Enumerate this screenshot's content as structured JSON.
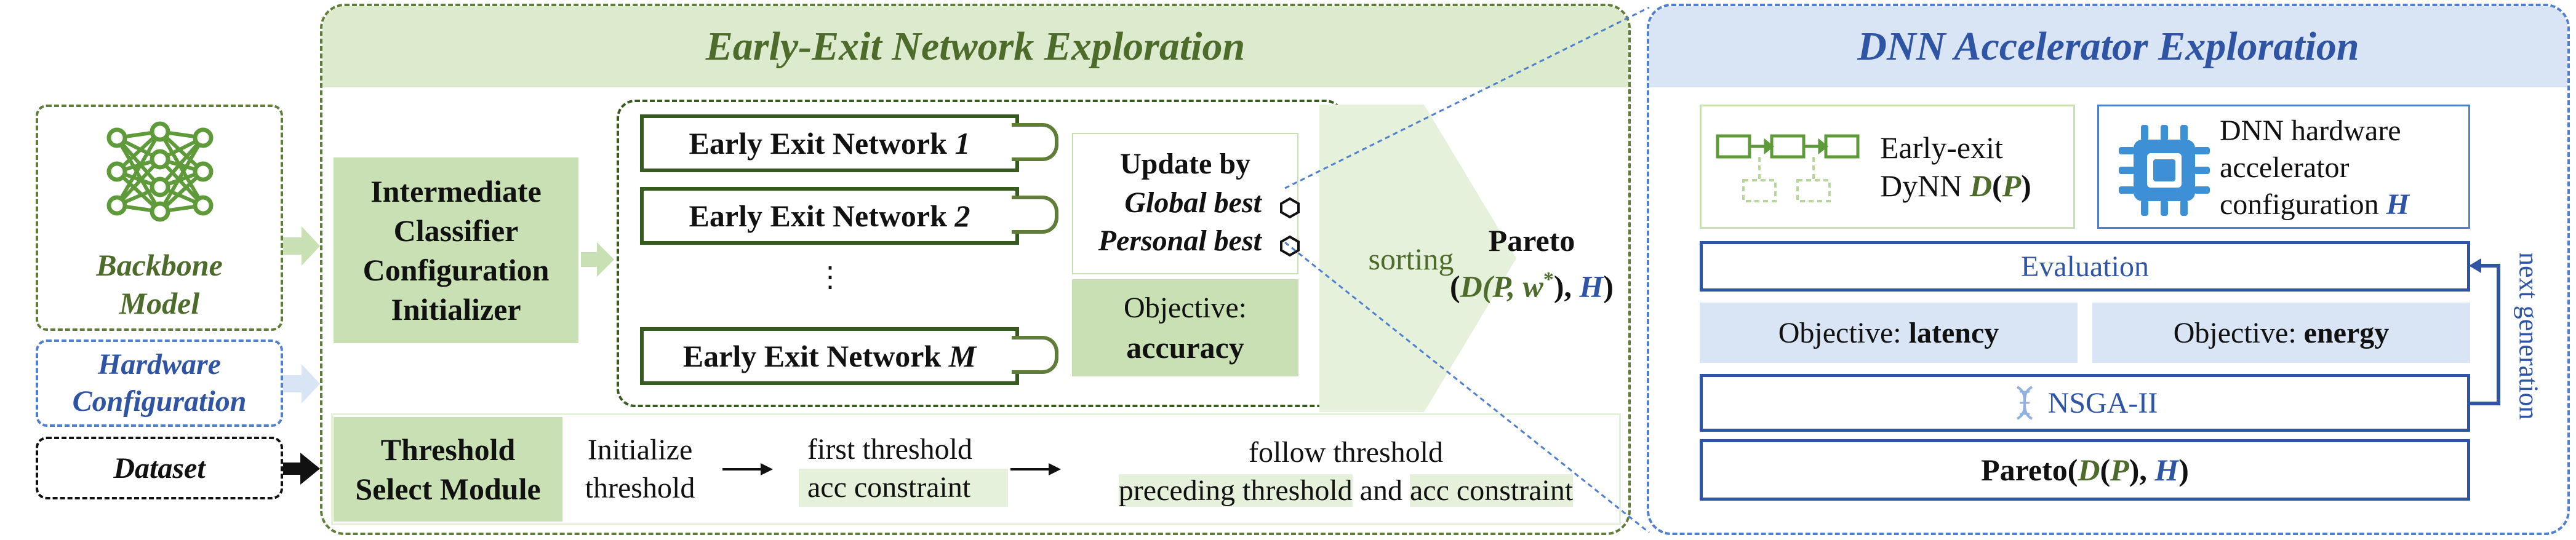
{
  "inputs": {
    "backbone_line1": "Backbone",
    "backbone_line2": "Model",
    "hardware_line1": "Hardware",
    "hardware_line2": "Configuration",
    "dataset": "Dataset"
  },
  "early_exit": {
    "title": "Early-Exit Network Exploration",
    "initializer": [
      "Intermediate",
      "Classifier",
      "Configuration",
      "Initializer"
    ],
    "networks": [
      {
        "label": "Early Exit Network ",
        "index": "1"
      },
      {
        "label": "Early Exit Network ",
        "index": "2"
      },
      {
        "label": "Early Exit Network ",
        "index": "M"
      }
    ],
    "vdots": "⋮",
    "update_title": "Update by",
    "global_best": "Global best",
    "personal_best": "Personal best",
    "objective_label": "Objective:",
    "objective_value": "accuracy",
    "sorting": "sorting",
    "pareto_title": "Pareto",
    "pareto_d": "D(P, w",
    "pareto_star": "*",
    "pareto_sep": "), ",
    "pareto_h": "H",
    "pareto_close": ")",
    "pareto_open": "(",
    "threshold": {
      "module_line1": "Threshold",
      "module_line2": "Select Module",
      "init_line1": "Initialize",
      "init_line2": "threshold",
      "first_line1": "first threshold",
      "first_line2": "acc constraint",
      "follow_line1": "follow threshold",
      "follow_part1": "preceding threshold",
      "follow_and": "and",
      "follow_part2": "acc constraint"
    }
  },
  "dnn": {
    "title": "DNN Accelerator Exploration",
    "dynn_line1": "Early-exit",
    "dynn_line2a": "DyNN ",
    "dynn_D": "D",
    "dynn_P": "P",
    "hw_line1": "DNN hardware",
    "hw_line2": "accelerator",
    "hw_line3a": "configuration ",
    "hw_H": "H",
    "evaluation": "Evaluation",
    "obj_prefix": "Objective: ",
    "latency": "latency",
    "energy": "energy",
    "nsga": "NSGA-II",
    "pareto_prefix": "Pareto(",
    "pareto_D": "D",
    "pareto_P": "P",
    "pareto_H": "H",
    "next_generation": "next generation"
  },
  "colors": {
    "green_dark": "#375a1e",
    "green_text": "#4d6b2a",
    "green_fill": "#c9e0b4",
    "green_pale": "#e6f1dc",
    "blue": "#2f54a3",
    "blue_fill": "#d9e4f5",
    "accent_blue": "#3d8fd6"
  }
}
